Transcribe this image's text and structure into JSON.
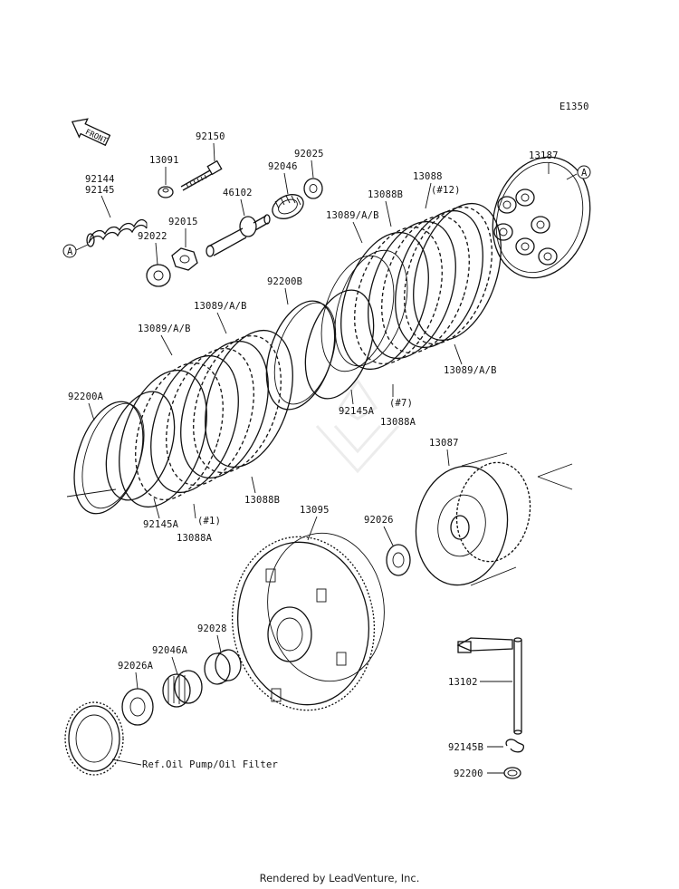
{
  "diagram_code": "E1350",
  "front_label": "FRONT",
  "callout_a": "A",
  "parts": {
    "p13187": "13187",
    "p13088": "13088",
    "p13088_qty": "(#12)",
    "p13088B_top": "13088B",
    "p13089_top": "13089/A/B",
    "p92025": "92025",
    "p92046": "92046",
    "p92150": "92150",
    "p13091": "13091",
    "p46102": "46102",
    "p92144": "92144",
    "p92145": "92145",
    "p92015": "92015",
    "p92022": "92022",
    "p92200B": "92200B",
    "p13089_mid": "13089/A/B",
    "p13089_left": "13089/A/B",
    "p13089_right": "13089/A/B",
    "p92145A_mid": "92145A",
    "p13088A_mid_qty": "(#7)",
    "p13088A_mid": "13088A",
    "p92200A": "92200A",
    "p13088B_low": "13088B",
    "p92145A_low": "92145A",
    "p13088A_low_qty": "(#1)",
    "p13088A_low": "13088A",
    "p13087": "13087",
    "p13095": "13095",
    "p92026": "92026",
    "p92028": "92028",
    "p92046A": "92046A",
    "p92026A": "92026A",
    "p13102": "13102",
    "p92145B": "92145B",
    "p92200": "92200",
    "ref_oil": "Ref.Oil Pump/Oil Filter"
  },
  "footer": "Rendered by LeadVenture, Inc."
}
